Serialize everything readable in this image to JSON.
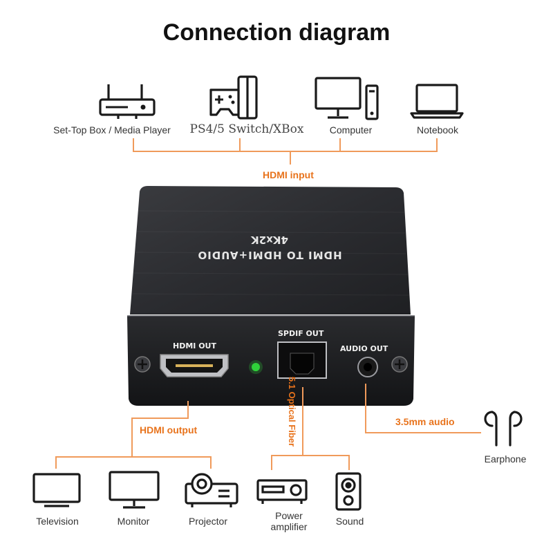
{
  "title": "Connection diagram",
  "inputs": {
    "connector_label": "HDMI input",
    "items": [
      {
        "label": "Set-Top Box / Media Player",
        "icon": "router-icon"
      },
      {
        "label": "PS4/5 Switch/XBox",
        "icon": "gamepad-icon"
      },
      {
        "label": "Computer",
        "icon": "desktop-computer-icon"
      },
      {
        "label": "Notebook",
        "icon": "laptop-icon"
      }
    ]
  },
  "device": {
    "name": "HDMI TO HDMI+AUDIO",
    "resolution": "4Kx2K",
    "ports": {
      "hdmi_out": "HDMI OUT",
      "spdif_out": "SPDIF OUT",
      "audio_out": "AUDIO OUT"
    },
    "led_color": "#2fd23a"
  },
  "outputs": {
    "hdmi_label": "HDMI output",
    "hdmi_items": [
      {
        "label": "Television",
        "icon": "television-icon"
      },
      {
        "label": "Monitor",
        "icon": "monitor-icon"
      },
      {
        "label": "Projector",
        "icon": "projector-icon"
      }
    ],
    "optical_label": "5.1 Optical Fiber",
    "optical_items": [
      {
        "label": "Power amplifier",
        "icon": "amplifier-icon"
      },
      {
        "label": "Sound",
        "icon": "speaker-icon"
      }
    ],
    "audio_label": "3.5mm audio",
    "audio_item": {
      "label": "Earphone",
      "icon": "earphone-icon"
    }
  },
  "colors": {
    "accent": "#e8731c",
    "wire": "#f09a5a",
    "device_body": "#222326"
  }
}
